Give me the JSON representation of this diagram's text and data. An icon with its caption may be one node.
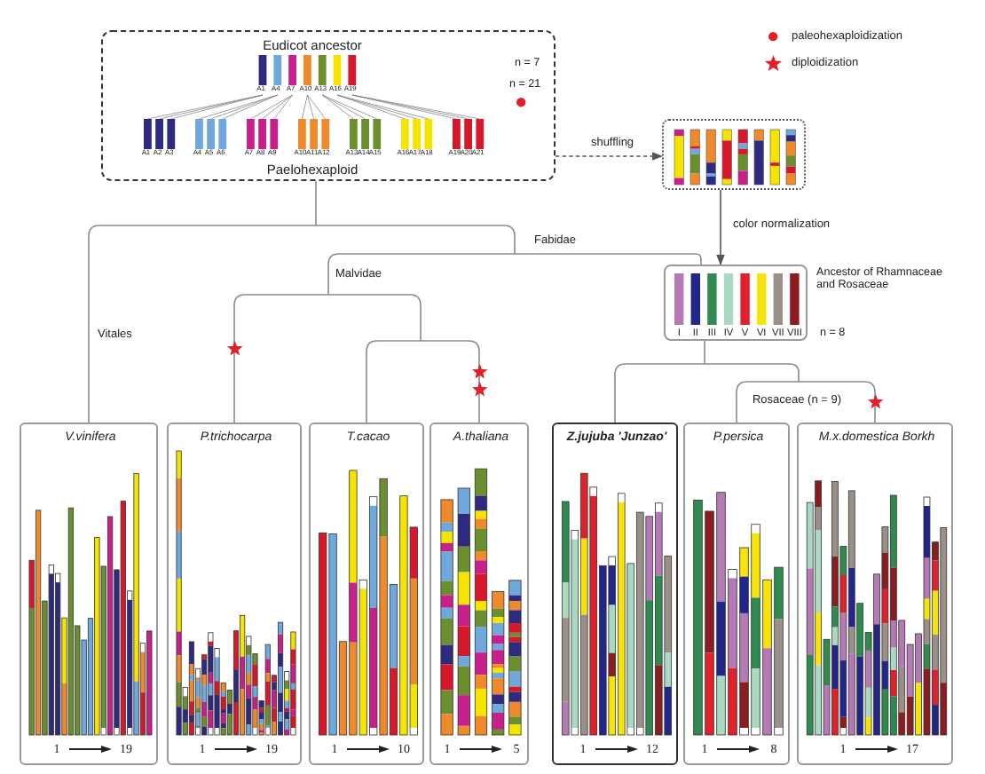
{
  "diagram": {
    "nodes": [
      {
        "text": [
          "Eudicot ancestor",
          "Paelohexaploid",
          "n = 7",
          "n = 21"
        ]
      },
      {
        "text": [],
        "shape": "picture"
      },
      {
        "text": [
          "I",
          "II",
          "III",
          "IV",
          "V",
          "VI",
          "VII",
          "VIII"
        ],
        "beside": [
          "Ancestor of Rhamnaceae and Rosaceae",
          "n = 8"
        ]
      },
      {
        "text": [
          "V.vinifera",
          "1",
          "19"
        ]
      },
      {
        "text": [
          "P.trichocarpa",
          "1",
          "19"
        ]
      },
      {
        "text": [
          "T.cacao",
          "1",
          "10"
        ]
      },
      {
        "text": [
          "A.thaliana",
          "1",
          "5"
        ]
      },
      {
        "text": [
          "Z.jujuba 'Junzao'",
          "1",
          "12"
        ]
      },
      {
        "text": [
          "P.persica",
          "1",
          "8"
        ]
      },
      {
        "text": [
          "M.x.domestica Borkh",
          "1",
          "17"
        ]
      }
    ],
    "edges": [
      {
        "from": 0,
        "to": 1,
        "arrow": "to",
        "style": "dashed",
        "color": "#555555",
        "label": "shuffling"
      },
      {
        "from": 1,
        "to": 2,
        "arrow": "to",
        "color": "#555555",
        "label": "color normalization"
      },
      {
        "from": 0,
        "to": 3,
        "arrow": "none",
        "label": "Vitales"
      },
      {
        "from": 0,
        "to": 2,
        "arrow": "none",
        "label": "Fabidae"
      },
      {
        "from": 0,
        "to": 4,
        "arrow": "none",
        "label": "Malvidae"
      },
      {
        "from": 0,
        "to": 5,
        "arrow": "none"
      },
      {
        "from": 0,
        "to": 6,
        "arrow": "none"
      },
      {
        "from": 2,
        "to": 7,
        "arrow": "none"
      },
      {
        "from": 2,
        "to": 8,
        "arrow": "none",
        "label": "Rosaceae (n = 9)"
      },
      {
        "from": 2,
        "to": 9,
        "arrow": "none"
      }
    ],
    "labels": [
      "A1",
      "A4",
      "A7",
      "A10",
      "A13",
      "A16",
      "A19",
      "A1",
      "A2",
      "A3",
      "A4",
      "A5",
      "A6",
      "A7",
      "A8",
      "A9",
      "A10",
      "A11",
      "A12",
      "A13",
      "A14",
      "A15",
      "A16",
      "A17",
      "A18",
      "A19",
      "A20",
      "A21"
    ],
    "legend": [
      {
        "text": "paleohexaploidization"
      },
      {
        "text": "diploidization"
      }
    ]
  }
}
